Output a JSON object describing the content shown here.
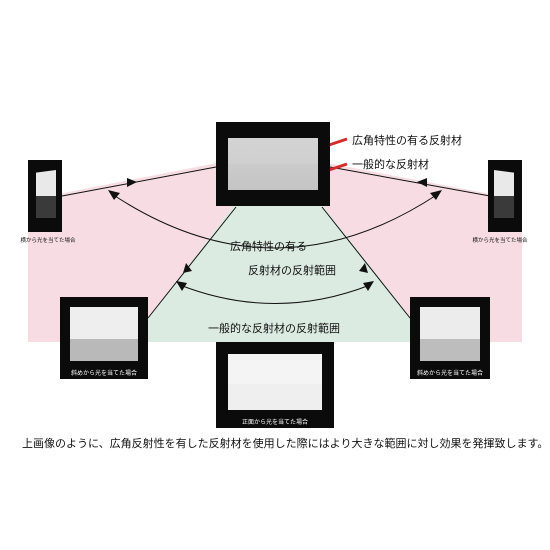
{
  "labels": {
    "wide_angle_reflector": "広角特性の有る反射材",
    "ordinary_reflector": "一般的な反射材",
    "wide_range_line1": "広角特性の有る",
    "wide_range_line2": "反射材の反射範囲",
    "ordinary_range": "一般的な反射材の反射範囲"
  },
  "captions": {
    "side_left": "横から光を当てた場合",
    "side_right": "横から光を当てた場合",
    "oblique_left": "斜めから光を当てた場合",
    "oblique_right": "斜めから光を当てた場合",
    "front": "正面から光を当てた場合"
  },
  "description": "上画像のように、広角反射性を有した反射材を使用した際にはより大きな範囲に対し効果を発揮致します。",
  "colors": {
    "wide_range_fill": "#f7dde3",
    "ordinary_range_fill": "#dcebe2",
    "arrow_red": "#d42b2b",
    "photo_frame": "#0b0b0b"
  }
}
